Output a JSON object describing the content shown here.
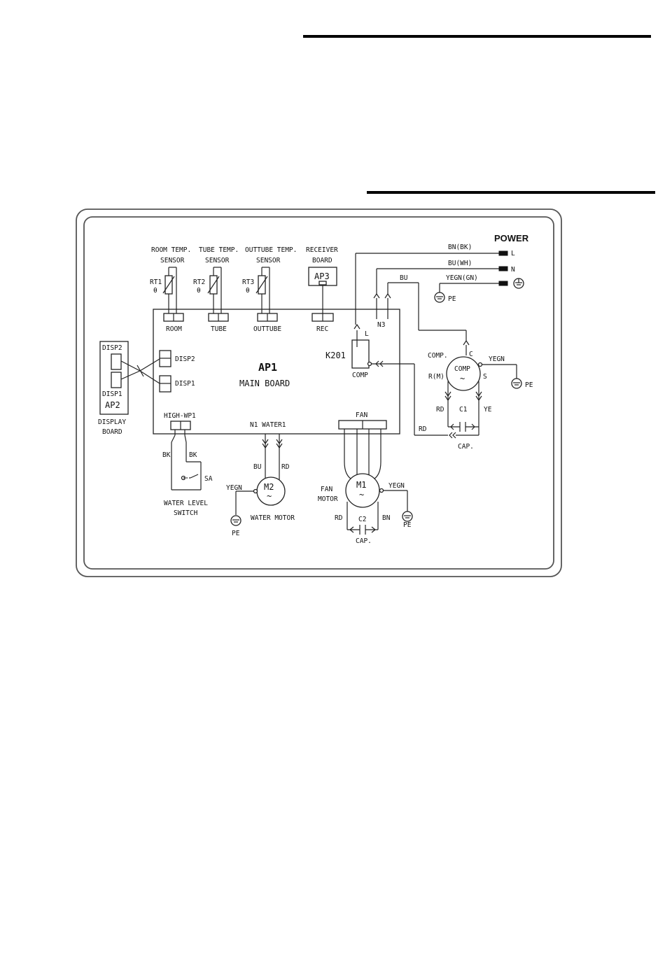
{
  "labels": {
    "room_temp": "ROOM TEMP.",
    "tube_temp": "TUBE TEMP.",
    "outtube_temp": "OUTTUBE TEMP.",
    "receiver": "RECEIVER",
    "sensor": "SENSOR",
    "board": "BOARD",
    "rt1": "RT1",
    "rt2": "RT2",
    "rt3": "RT3",
    "theta": "θ",
    "ap3": "AP3",
    "room": "ROOM",
    "tube": "TUBE",
    "outtube": "OUTTUBE",
    "rec": "REC",
    "ap1": "AP1",
    "main_board": "MAIN BOARD",
    "k201": "K201",
    "comp": "COMP",
    "l": "L",
    "n": "N",
    "n3": "N3",
    "power": "POWER",
    "bn_bk": "BN(BK)",
    "bu_wh": "BU(WH)",
    "yegn_gn": "YEGN(GN)",
    "bu": "BU",
    "pe": "PE",
    "disp2": "DISP2",
    "disp1": "DISP1",
    "ap2": "AP2",
    "display": "DISPLAY",
    "high_wp1": "HIGH-WP1",
    "bk": "BK",
    "sa": "SA",
    "water_level": "WATER LEVEL",
    "switch": "SWITCH",
    "n1_water1": "N1 WATER1",
    "rd": "RD",
    "yegn": "YEGN",
    "m2": "M2",
    "water_motor": "WATER MOTOR",
    "fan": "FAN",
    "m1": "M1",
    "motor": "MOTOR",
    "bn": "BN",
    "c2": "C2",
    "cap": "CAP.",
    "comp_dot": "COMP.",
    "c": "C",
    "r_m": "R(M)",
    "s": "S",
    "c1": "C1",
    "ye": "YE",
    "tilde": "~"
  },
  "colors": {
    "line": "#222222",
    "frame": "#555555",
    "rule": "#000000"
  }
}
